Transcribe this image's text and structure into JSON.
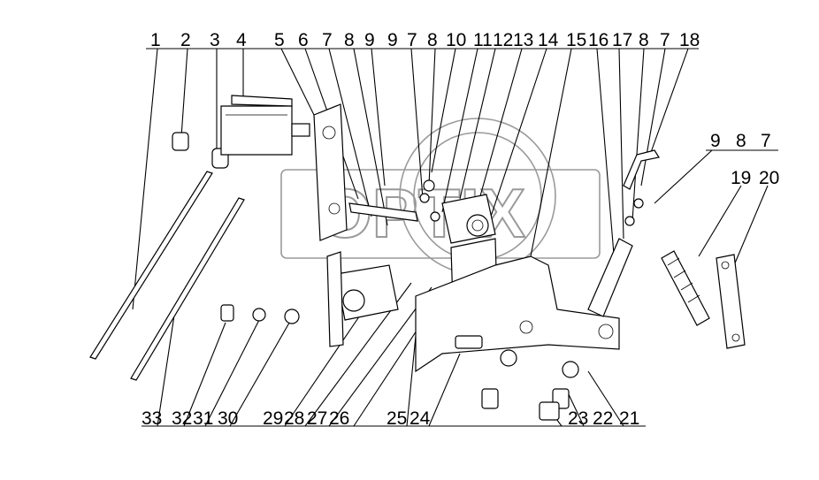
{
  "watermark": "OPTIX",
  "callouts_top": [
    "1",
    "2",
    "3",
    "4",
    "5",
    "6",
    "7",
    "8",
    "9",
    "9",
    "7",
    "8",
    "10",
    "11",
    "12",
    "13",
    "14",
    "15",
    "16",
    "17",
    "8",
    "7",
    "18"
  ],
  "callouts_right_group": [
    "9",
    "8",
    "7"
  ],
  "callouts_right": [
    "19",
    "20"
  ],
  "callouts_bottom": [
    "33",
    "32",
    "31",
    "30",
    "29",
    "28",
    "27",
    "26",
    "25",
    "24",
    "23",
    "22",
    "21"
  ]
}
